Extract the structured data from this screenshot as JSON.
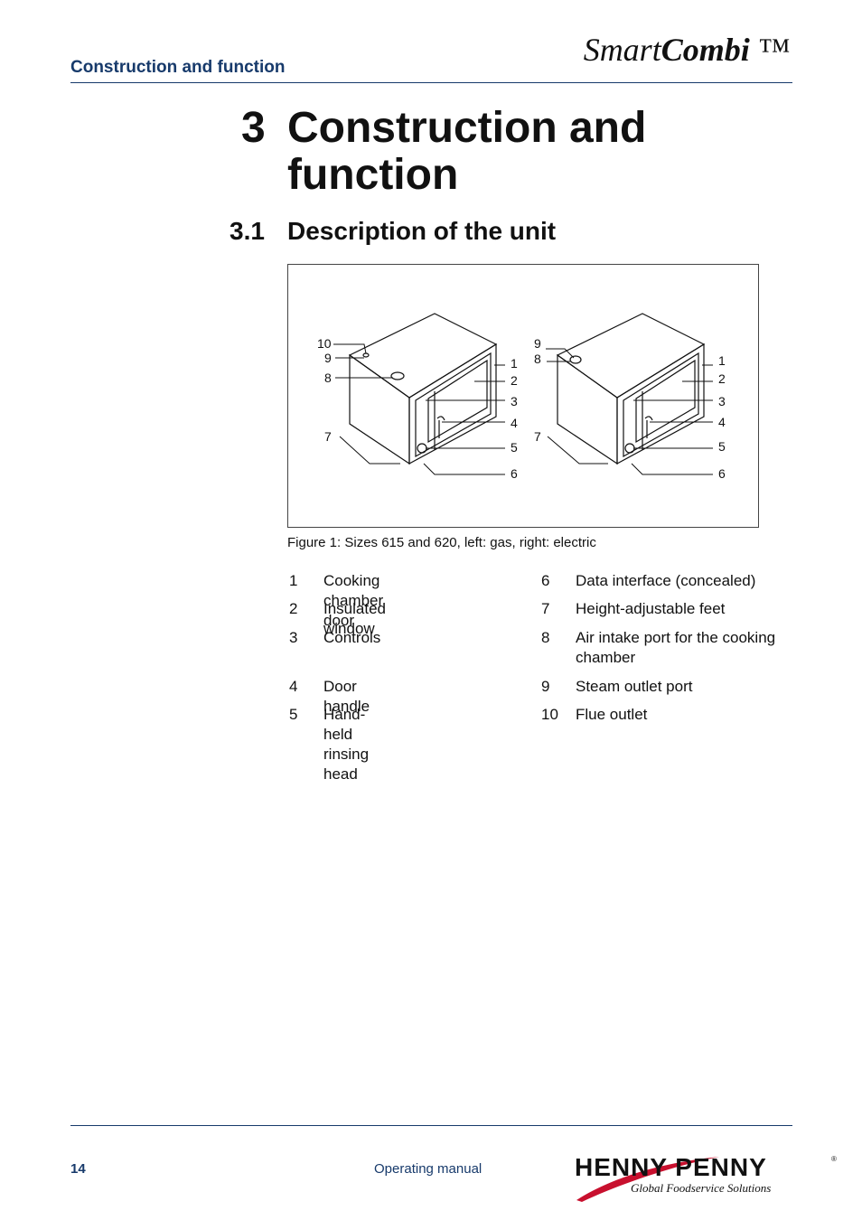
{
  "header": {
    "section_title": "Construction and function",
    "brand_smart": "Smart",
    "brand_combi": "Combi",
    "brand_tm": " ™"
  },
  "chapter": {
    "number": "3",
    "title": "Construction and function"
  },
  "section": {
    "number": "3.1",
    "title": "Description of the unit"
  },
  "figure": {
    "caption": "Figure 1: Sizes 615 and 620, left: gas, right: electric",
    "left_callouts": [
      "10",
      "9",
      "8",
      "7",
      "1",
      "2",
      "3",
      "4",
      "5",
      "6"
    ],
    "right_callouts": [
      "9",
      "8",
      "7",
      "1",
      "2",
      "3",
      "4",
      "5",
      "6"
    ]
  },
  "legend": {
    "left": [
      {
        "num": "1",
        "text": "Cooking chamber door"
      },
      {
        "num": "2",
        "text": "Insulated window"
      },
      {
        "num": "3",
        "text": "Controls"
      },
      {
        "num": "4",
        "text": "Door handle"
      },
      {
        "num": "5",
        "text": "Hand-held rinsing head"
      }
    ],
    "right": [
      {
        "num": "6",
        "text": "Data interface (concealed)"
      },
      {
        "num": "7",
        "text": "Height-adjustable feet"
      },
      {
        "num": "8",
        "text": "Air intake port for the cooking chamber"
      },
      {
        "num": "9",
        "text": "Steam outlet port"
      },
      {
        "num": "10",
        "text": "Flue outlet"
      }
    ]
  },
  "footer": {
    "page_number": "14",
    "doc_type": "Operating manual",
    "logo_text": "HENNY PENNY",
    "logo_reg": "®",
    "logo_tagline": "Global Foodservice Solutions"
  },
  "colors": {
    "accent": "#173a6b",
    "logo_red": "#c8102e"
  }
}
